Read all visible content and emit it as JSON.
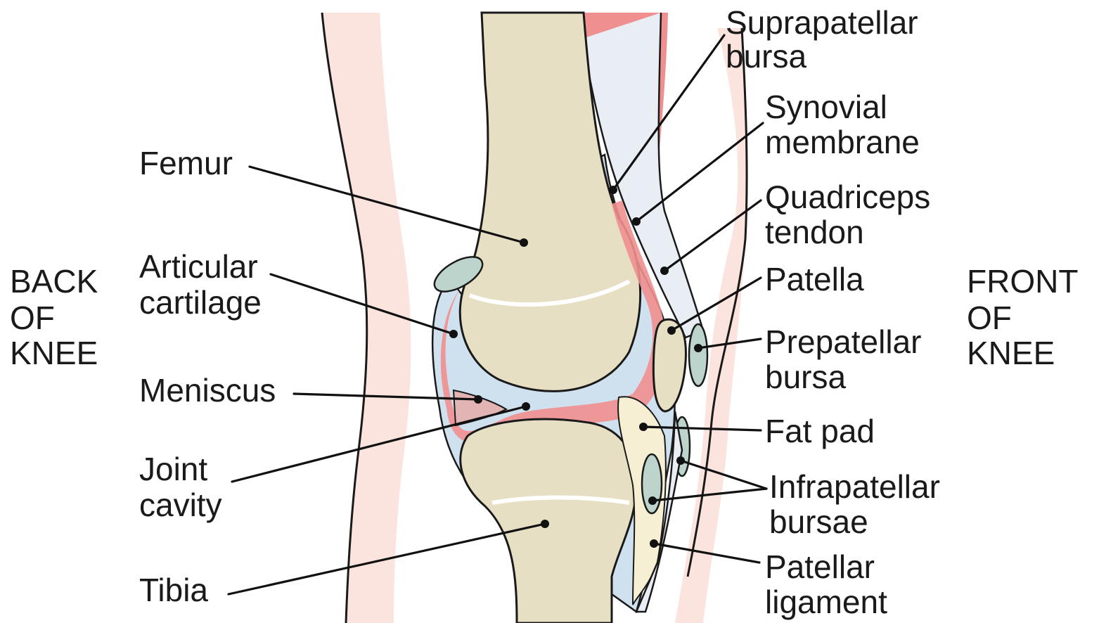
{
  "side_labels": {
    "back": [
      "BACK",
      "OF",
      "KNEE"
    ],
    "front": [
      "FRONT",
      "OF",
      "KNEE"
    ]
  },
  "labels": {
    "femur": [
      "Femur"
    ],
    "articular_cartilage": [
      "Articular",
      "cartilage"
    ],
    "meniscus": [
      "Meniscus"
    ],
    "joint_cavity": [
      "Joint",
      "cavity"
    ],
    "tibia": [
      "Tibia"
    ],
    "suprapatellar_bursa": [
      "Suprapatellar",
      "bursa"
    ],
    "synovial_membrane": [
      "Synovial",
      "membrane"
    ],
    "quadriceps_tendon": [
      "Quadriceps",
      "tendon"
    ],
    "patella": [
      "Patella"
    ],
    "prepatellar_bursa": [
      "Prepatellar",
      "bursa"
    ],
    "fat_pad": [
      "Fat pad"
    ],
    "infrapatellar_bursae": [
      "Infrapatellar",
      "bursae"
    ],
    "patellar_ligament": [
      "Patellar",
      "ligament"
    ]
  },
  "colors": {
    "skin": "#fbe4dd",
    "bone": "#e7dfc4",
    "bone_outline": "#1a1a1a",
    "cartilage": "#f4f1e4",
    "synovial_red": "#ef8f8f",
    "muscle": "#ee8a88",
    "bursa": "#bcd4cc",
    "capsule_blue": "#cfe0ee",
    "fat_pad": "#f6efd3"
  }
}
